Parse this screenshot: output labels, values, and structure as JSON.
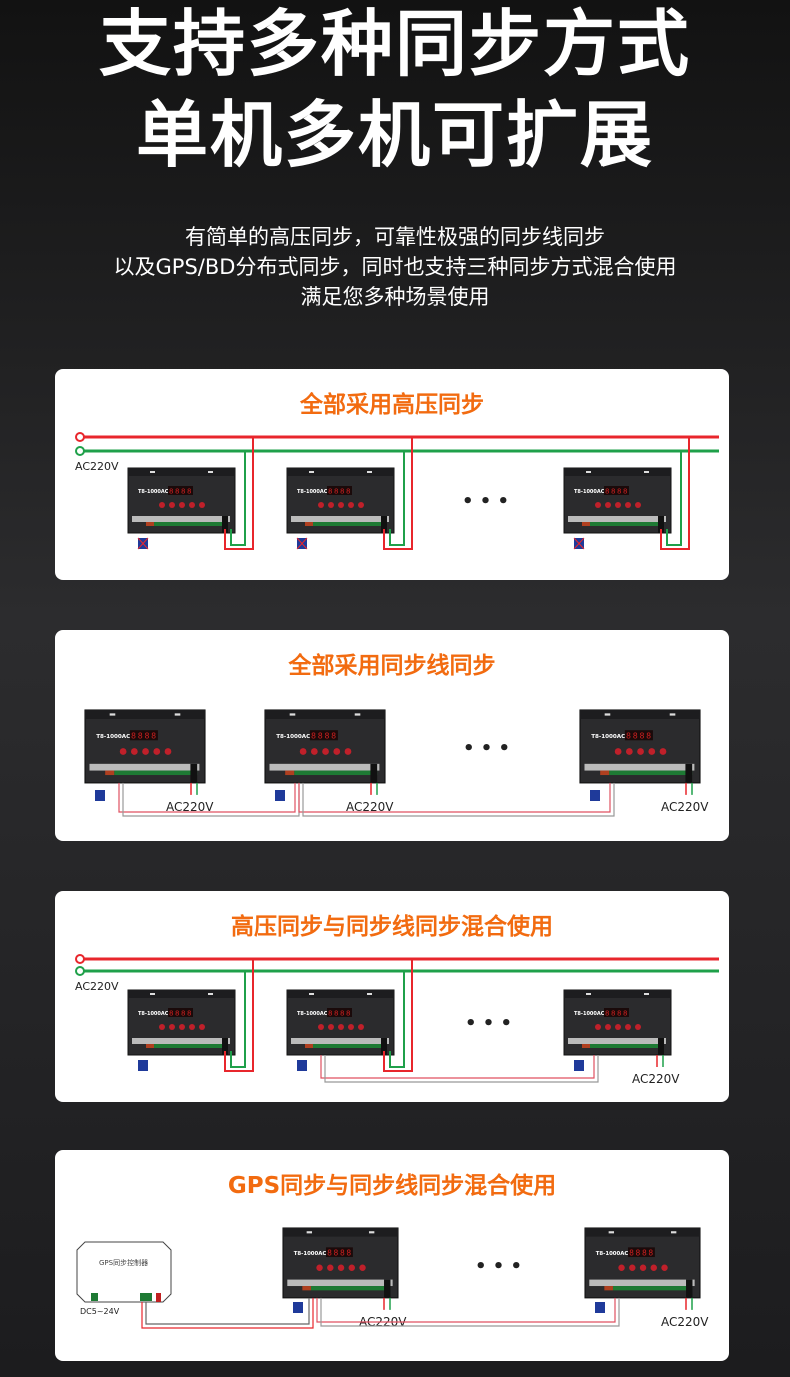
{
  "headline": [
    "支持多种同步方式",
    "单机多机可扩展"
  ],
  "intro": [
    "有简单的高压同步，可靠性极强的同步线同步",
    "以及GPS/BD分布式同步，同时也支持三种同步方式混合使用",
    "满足您多种场景使用"
  ],
  "device_label": "T8-1000AC",
  "gps_box_label": "GPS同步控制器",
  "gps_power_label": "DC5~24V",
  "power_label": "AC220V",
  "ellipsis": "• • •",
  "colors": {
    "title_accent": "#f26b10",
    "live_wire": "#e8262c",
    "neutral_wire": "#1fa04a"
  },
  "cards": [
    {
      "title": "全部采用高压同步"
    },
    {
      "title": "全部采用同步线同步"
    },
    {
      "title": "高压同步与同步线同步混合使用"
    },
    {
      "title": "GPS同步与同步线同步混合使用"
    }
  ]
}
